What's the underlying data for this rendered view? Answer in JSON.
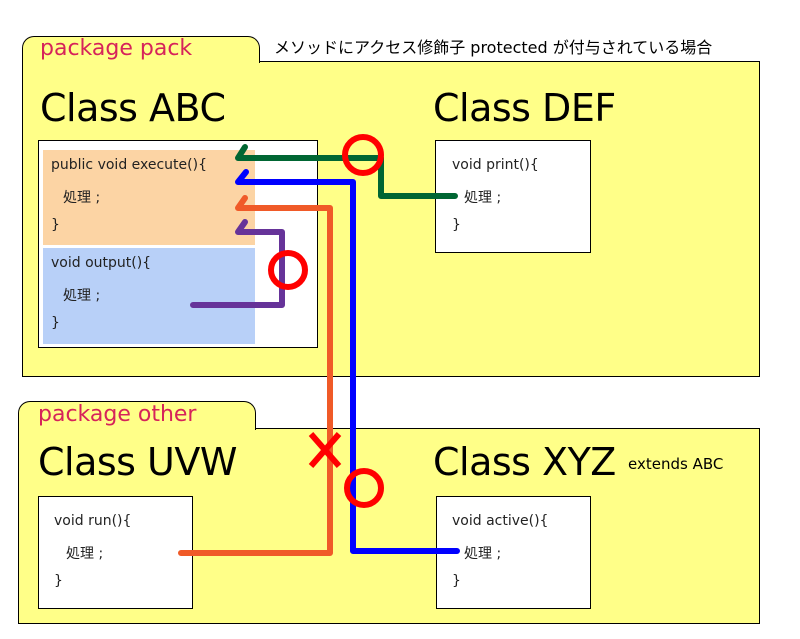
{
  "caption": "メソッドにアクセス修飾子 protected が付与されている場合",
  "packages": [
    {
      "label": "package pack"
    },
    {
      "label": "package other"
    }
  ],
  "classes": {
    "abc": {
      "title": "Class ABC",
      "methods": [
        {
          "lines": [
            "public void execute(){",
            "処理 ;",
            "}"
          ],
          "color": "#fcd4a4"
        },
        {
          "lines": [
            "void output(){",
            "処理 ;",
            "}"
          ],
          "color": "#b8d0f8"
        }
      ]
    },
    "def": {
      "title": "Class DEF",
      "methods": [
        {
          "lines": [
            "void print(){",
            "処理 ;",
            "}"
          ]
        }
      ]
    },
    "uvw": {
      "title": "Class UVW",
      "methods": [
        {
          "lines": [
            "void run(){",
            "処理 ;",
            "}"
          ]
        }
      ]
    },
    "xyz": {
      "title": "Class XYZ",
      "extends": "extends ABC",
      "methods": [
        {
          "lines": [
            "void active(){",
            "処理 ;",
            "}"
          ]
        }
      ]
    }
  },
  "colors": {
    "package_fill": "#ffff88",
    "package_label": "#d6235a",
    "arrow_def": "#006633",
    "arrow_xyz": "#0000ff",
    "arrow_uvw": "#f05a28",
    "arrow_output": "#663399",
    "mark": "#ff0000"
  },
  "access_arrows": [
    {
      "from": "Class DEF print()",
      "to": "execute()",
      "result": "allowed"
    },
    {
      "from": "Class XYZ active()",
      "to": "execute()",
      "result": "allowed"
    },
    {
      "from": "Class UVW run()",
      "to": "execute()",
      "result": "denied"
    },
    {
      "from": "Class ABC output()",
      "to": "execute()",
      "result": "allowed"
    }
  ]
}
